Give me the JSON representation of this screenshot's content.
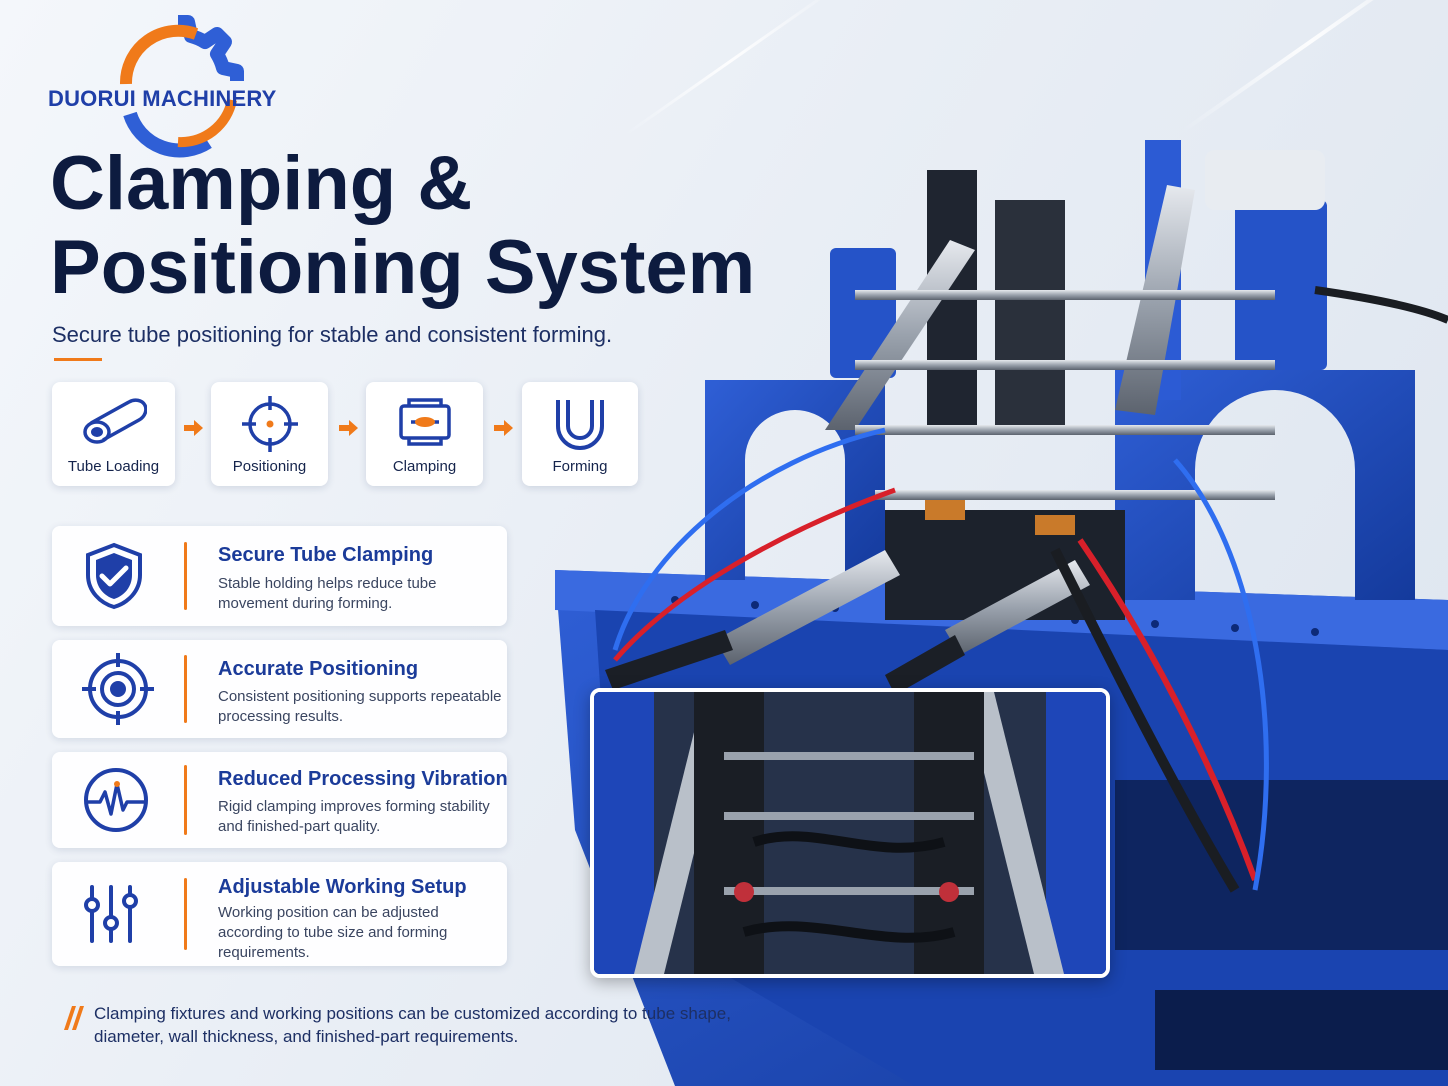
{
  "brand": {
    "name": "DUORUI MACHINERY",
    "colors": {
      "blue": "#1f3fa8",
      "orange": "#f07a1a",
      "navy": "#0d1b3f"
    }
  },
  "hero": {
    "title_line1": "Clamping &",
    "title_line2": "Positioning System",
    "subtitle": "Secure tube positioning for stable and consistent forming."
  },
  "process_steps": [
    {
      "label": "Tube Loading",
      "icon": "tube-icon"
    },
    {
      "label": "Positioning",
      "icon": "crosshair-icon"
    },
    {
      "label": "Clamping",
      "icon": "clamp-icon"
    },
    {
      "label": "Forming",
      "icon": "u-bend-icon"
    }
  ],
  "features": [
    {
      "title": "Secure Tube Clamping",
      "description": "Stable holding helps reduce tube movement during forming.",
      "icon": "shield-check-icon"
    },
    {
      "title": "Accurate Positioning",
      "description": "Consistent positioning supports repeatable processing results.",
      "icon": "target-icon"
    },
    {
      "title": "Reduced Processing Vibration",
      "description": "Rigid clamping improves forming stability and finished-part quality.",
      "icon": "vibration-wave-icon"
    },
    {
      "title": "Adjustable Working Setup",
      "description": "Working position can be adjusted according to tube size and forming requirements.",
      "icon": "sliders-icon"
    }
  ],
  "footer_note": "Clamping fixtures and working positions can be customized according to tube shape, diameter, wall thickness, and finished-part requirements."
}
